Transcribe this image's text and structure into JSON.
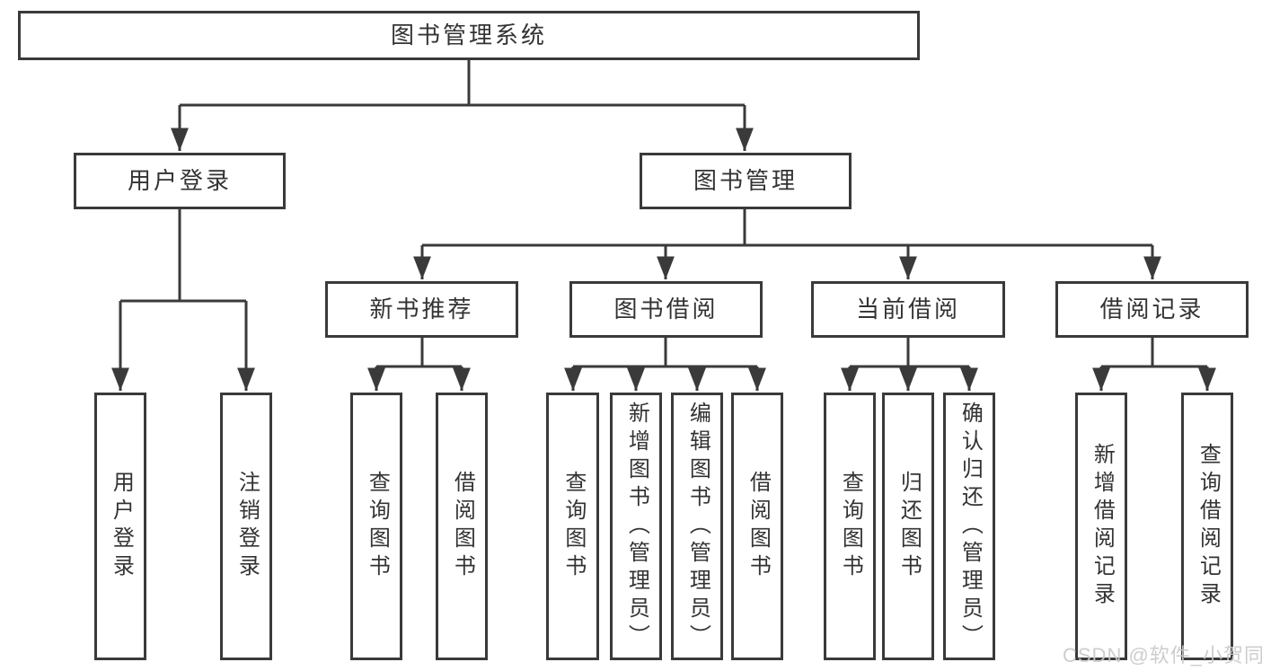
{
  "colors": {
    "line": "#3a3a3a",
    "box_border": "#3a3a3a",
    "text": "#333333",
    "watermark": "#c9c9c9",
    "background": "#ffffff"
  },
  "tree": {
    "label": "图书管理系统",
    "children": [
      {
        "label": "用户登录",
        "children": [
          {
            "label": "用户登录"
          },
          {
            "label": "注销登录"
          }
        ]
      },
      {
        "label": "图书管理",
        "children": [
          {
            "label": "新书推荐",
            "children": [
              {
                "label": "查询图书"
              },
              {
                "label": "借阅图书"
              }
            ]
          },
          {
            "label": "图书借阅",
            "children": [
              {
                "label": "查询图书"
              },
              {
                "label": "新增图书（管理员）"
              },
              {
                "label": "编辑图书（管理员）"
              },
              {
                "label": "借阅图书"
              }
            ]
          },
          {
            "label": "当前借阅",
            "children": [
              {
                "label": "查询图书"
              },
              {
                "label": "归还图书"
              },
              {
                "label": "确认归还（管理员）"
              }
            ]
          },
          {
            "label": "借阅记录",
            "children": [
              {
                "label": "新增借阅记录"
              },
              {
                "label": "查询借阅记录"
              }
            ]
          }
        ]
      }
    ]
  },
  "watermark": "CSDN @软件_小贺同学"
}
